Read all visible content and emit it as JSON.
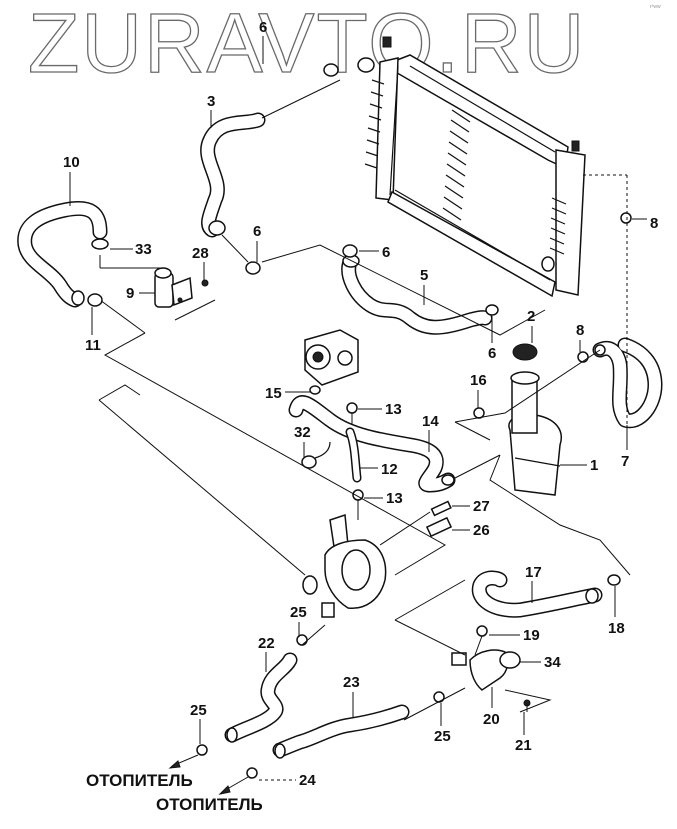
{
  "watermark": "ZURAVTO.RU",
  "corner_mark": "r²ww",
  "captions": {
    "heater_1": "ОТОПИТЕЛЬ",
    "heater_2": "ОТОПИТЕЛЬ"
  },
  "parts": [
    {
      "id": "1",
      "name": "coolant-reservoir"
    },
    {
      "id": "2",
      "name": "reservoir-cap"
    },
    {
      "id": "3",
      "name": "upper-radiator-hose"
    },
    {
      "id": "5",
      "name": "lower-radiator-hose"
    },
    {
      "id": "6",
      "name": "hose-clamp"
    },
    {
      "id": "7",
      "name": "overflow-hose"
    },
    {
      "id": "8",
      "name": "small-clamp"
    },
    {
      "id": "9",
      "name": "valve"
    },
    {
      "id": "10",
      "name": "hose"
    },
    {
      "id": "11",
      "name": "clamp"
    },
    {
      "id": "12",
      "name": "vacuum-hose"
    },
    {
      "id": "13",
      "name": "clip"
    },
    {
      "id": "14",
      "name": "throttle-coolant-hose"
    },
    {
      "id": "15",
      "name": "clamp"
    },
    {
      "id": "16",
      "name": "clamp"
    },
    {
      "id": "17",
      "name": "hose"
    },
    {
      "id": "18",
      "name": "clamp"
    },
    {
      "id": "19",
      "name": "clamp"
    },
    {
      "id": "20",
      "name": "thermostat-housing"
    },
    {
      "id": "21",
      "name": "bolt"
    },
    {
      "id": "22",
      "name": "heater-inlet-hose"
    },
    {
      "id": "23",
      "name": "heater-outlet-hose"
    },
    {
      "id": "24",
      "name": "clamp"
    },
    {
      "id": "25",
      "name": "clamp"
    },
    {
      "id": "26",
      "name": "temperature-sensor"
    },
    {
      "id": "27",
      "name": "temperature-sender"
    },
    {
      "id": "28",
      "name": "bolt"
    },
    {
      "id": "32",
      "name": "bracket"
    },
    {
      "id": "33",
      "name": "clamp"
    },
    {
      "id": "34",
      "name": "gasket"
    }
  ],
  "labels": {
    "l6a": "6",
    "l3": "3",
    "l10": "10",
    "l33": "33",
    "l28": "28",
    "l6b": "6",
    "l9": "9",
    "l11": "11",
    "l6c": "6",
    "l5": "5",
    "l6d": "6",
    "l8a": "8",
    "l2": "2",
    "l8b": "8",
    "l16": "16",
    "l15": "15",
    "l13a": "13",
    "l14": "14",
    "l32": "32",
    "l12": "12",
    "l7": "7",
    "l1": "1",
    "l13b": "13",
    "l27": "27",
    "l26": "26",
    "l17": "17",
    "l25a": "25",
    "l18": "18",
    "l19": "19",
    "l22": "22",
    "l34": "34",
    "l23": "23",
    "l25b": "25",
    "l20": "20",
    "l25c": "25",
    "l21": "21",
    "l24": "24"
  }
}
